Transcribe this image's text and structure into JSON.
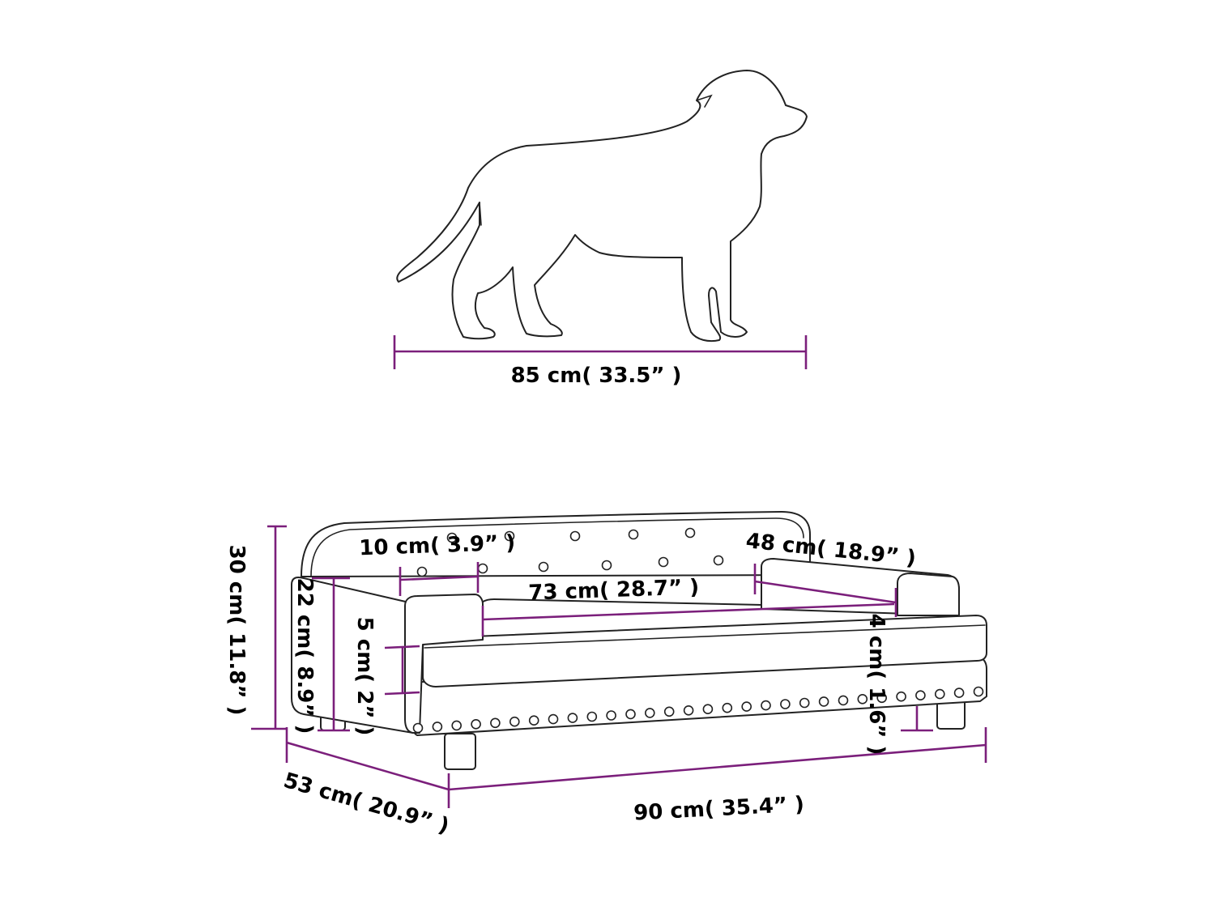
{
  "colors": {
    "dimension": "#7b1f7b",
    "outline": "#222222",
    "background": "#ffffff"
  },
  "icons": {
    "dog": "dog-silhouette-icon",
    "sofa": "pet-sofa-outline-icon"
  },
  "dog": {
    "length_label": "85 cm( 33.5” )"
  },
  "sofa": {
    "total_height_label": "30 cm( 11.8” )",
    "seat_height_label": "22 cm( 8.9” )",
    "cushion_thickness_label": "5 cm( 2” )",
    "armrest_width_label": "10 cm( 3.9” )",
    "seat_width_label": "73 cm( 28.7” )",
    "seat_depth_label": "48 cm( 18.9” )",
    "leg_height_label": "4 cm( 1.6” )",
    "width_label": "90 cm( 35.4” )",
    "depth_label": "53 cm( 20.9” )"
  }
}
